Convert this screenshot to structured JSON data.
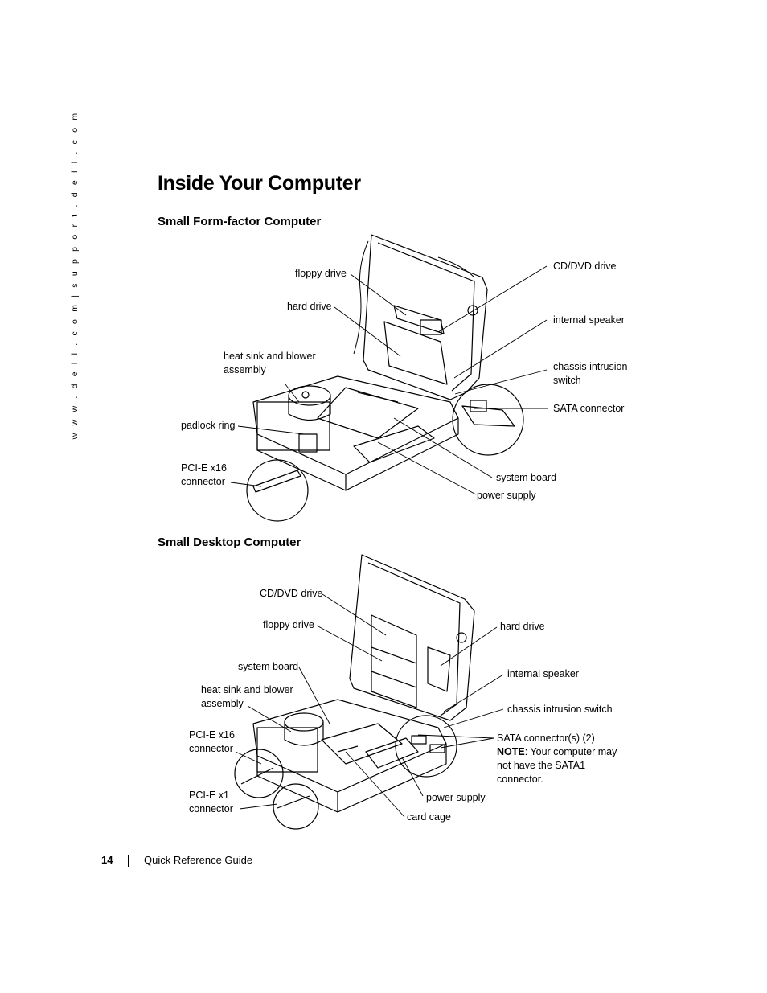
{
  "side_text": "w w w . d e l l . c o m  |  s u p p o r t . d e l l . c o m",
  "title": "Inside Your Computer",
  "section1": {
    "heading": "Small Form-factor Computer",
    "labels": {
      "floppy": "floppy drive",
      "hard": "hard drive",
      "heatsink": "heat sink and blower assembly",
      "padlock": "padlock ring",
      "pcie16": "PCI-E x16 connector",
      "cddvd": "CD/DVD drive",
      "speaker": "internal speaker",
      "chassis": "chassis intrusion switch",
      "sata": "SATA connector",
      "sysboard": "system board",
      "power": "power supply"
    }
  },
  "section2": {
    "heading": "Small Desktop Computer",
    "labels": {
      "cddvd": "CD/DVD drive",
      "floppy": "floppy drive",
      "sysboard": "system board",
      "heatsink": "heat sink and blower assembly",
      "pcie16": "PCI-E x16 connector",
      "pcie1": "PCI-E x1 connector",
      "hard": "hard drive",
      "speaker": "internal speaker",
      "chassis": "chassis intrusion switch",
      "sata": "SATA connector(s) (2)",
      "note_label": "NOTE",
      "note_text": ": Your computer may not have the SATA1 connector.",
      "power": "power supply",
      "cardcage": "card cage"
    }
  },
  "footer": {
    "page_number": "14",
    "guide_title": "Quick Reference Guide"
  }
}
